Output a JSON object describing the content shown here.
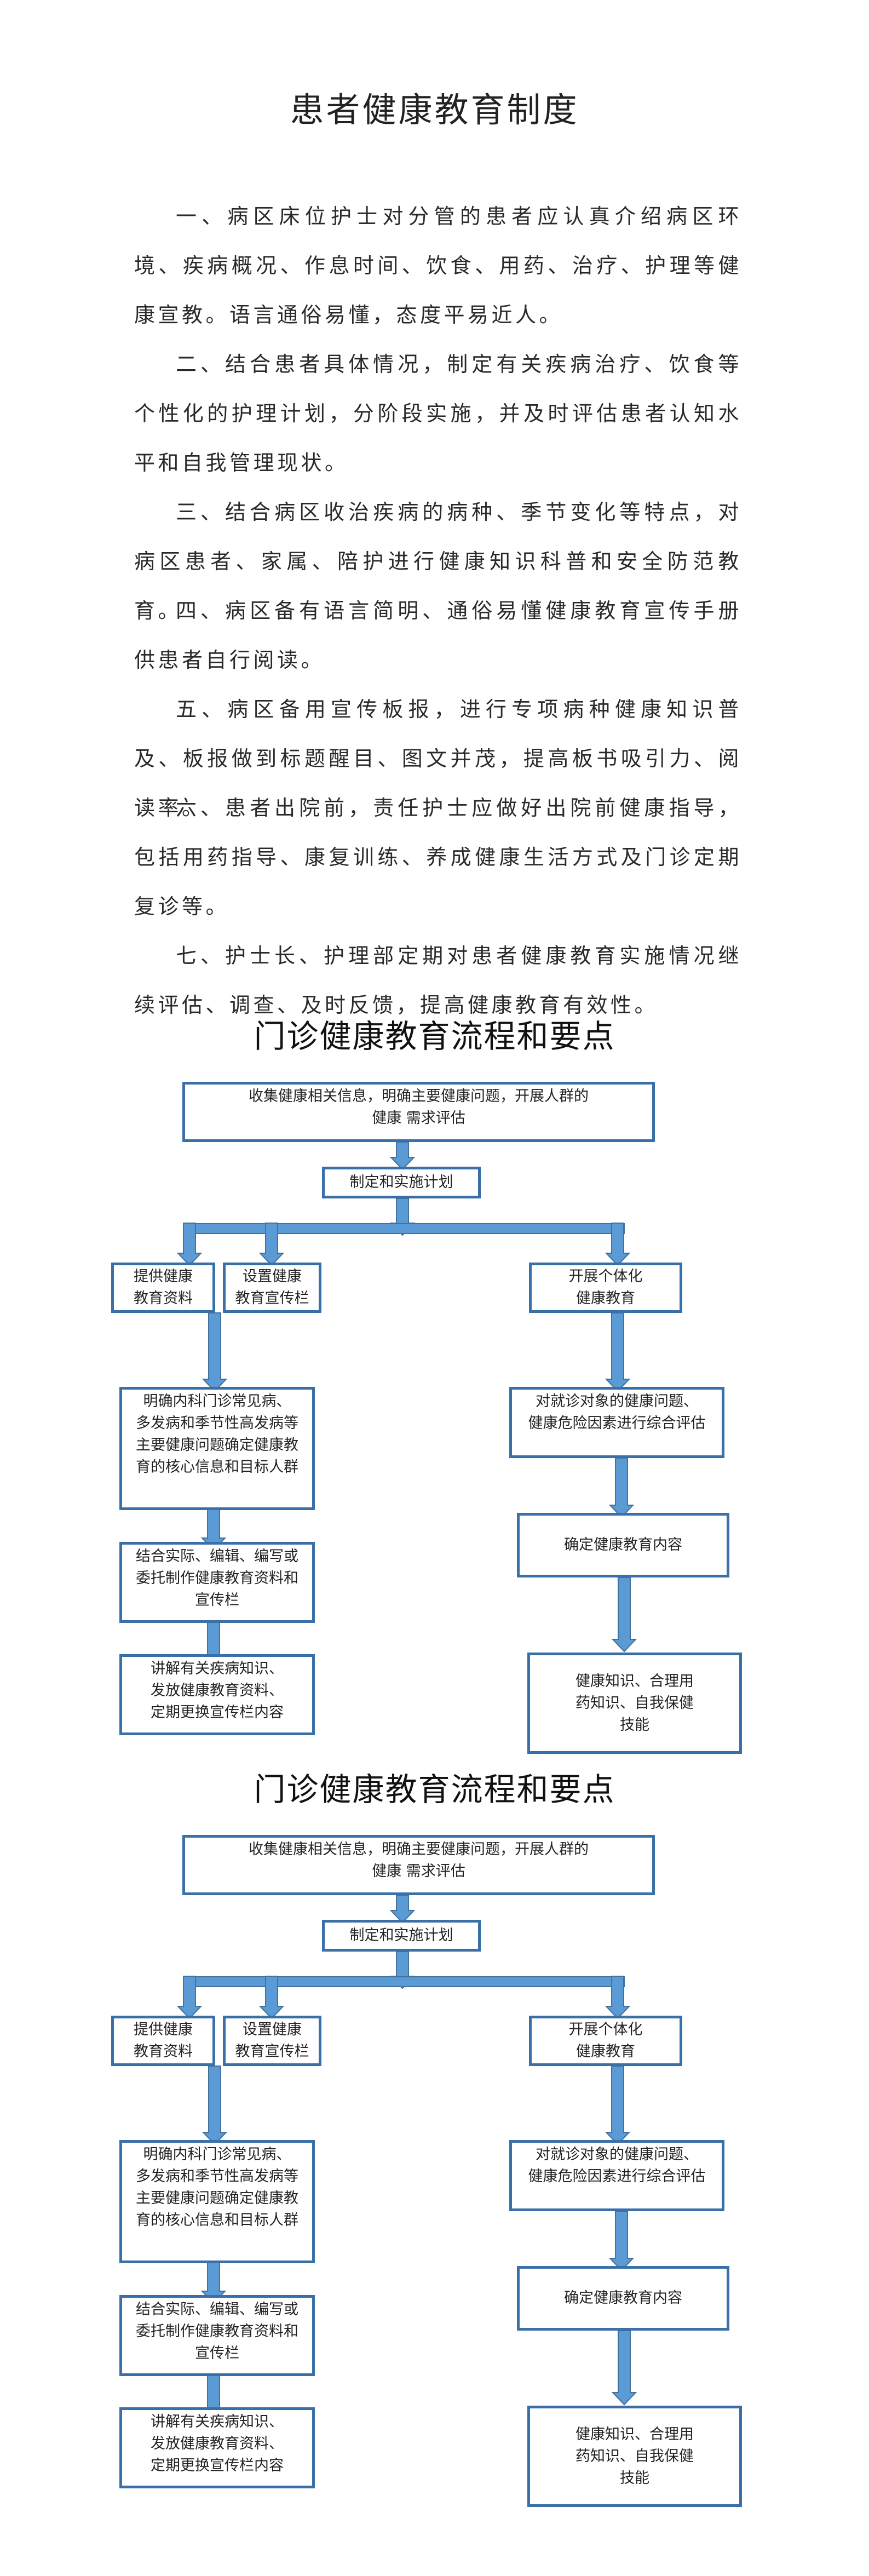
{
  "doc": {
    "title": "患者健康教育制度",
    "paragraphs": [
      "一、病区床位护士对分管的患者应认真介绍病区环境、疾病概况、作息时间、饮食、用药、治疗、护理等健康宣教。语言通俗易懂，态度平易近人。",
      "二、结合患者具体情况，制定有关疾病治疗、饮食等个性化的护理计划，分阶段实施，并及时评估患者认知水平和自我管理现状。",
      "三、结合病区收治疾病的病种、季节变化等特点，对病区患者、家属、陪护进行健康知识科普和安全防范教育。",
      "四、病区备有语言简明、通俗易懂健康教育宣传手册供患者自行阅读。",
      "五、病区备用宣传板报，进行专项病种健康知识普及、板报做到标题醒目、图文并茂，提高板书吸引力、阅读率。",
      "六、患者出院前，责任护士应做好出院前健康指导，包括用药指导、康复训练、养成健康生活方式及门诊定期复诊等。",
      "七、护士长、护理部定期对患者健康教育实施情况继续评估、调查、及时反馈，提高健康教育有效性。"
    ]
  },
  "flowcharts": [
    {
      "title": "门诊健康教育流程和要点",
      "collect": "收集健康相关信息，明确主要健康问题，开展人群的\n健康  需求评估",
      "plan": "制定和实施计划",
      "provide": "提供健康\n教育资料",
      "setup": "设置健康\n教育宣传栏",
      "individual": "开展个体化\n健康教育",
      "clarify": "明确内科门诊常见病、\n多发病和季节性高发病等\n主要健康问题确定健康教\n育的核心信息和目标人群",
      "assess": "对就诊对象的健康问题、\n健康危险因素进行综合评估",
      "compile": "结合实际、编辑、编写或\n委托制作健康教育资料和\n宣传栏",
      "content": "确定健康教育内容",
      "explain": "讲解有关疾病知识、\n发放健康教育资料、\n定期更换宣传栏内容",
      "knowledge": "健康知识、合理用\n药知识、自我保健\n技能"
    },
    {
      "title": "门诊健康教育流程和要点",
      "collect": "收集健康相关信息，明确主要健康问题，开展人群的\n健康  需求评估",
      "plan": "制定和实施计划",
      "provide": "提供健康\n教育资料",
      "setup": "设置健康\n教育宣传栏",
      "individual": "开展个体化\n健康教育",
      "clarify": "明确内科门诊常见病、\n多发病和季节性高发病等\n主要健康问题确定健康教\n育的核心信息和目标人群",
      "assess": "对就诊对象的健康问题、\n健康危险因素进行综合评估",
      "compile": "结合实际、编辑、编写或\n委托制作健康教育资料和\n宣传栏",
      "content": "确定健康教育内容",
      "explain": "讲解有关疾病知识、\n发放健康教育资料、\n定期更换宣传栏内容",
      "knowledge": "健康知识、合理用\n药知识、自我保健\n技能"
    }
  ],
  "colors": {
    "box_border": "#3a6fa8",
    "arrow": "#5b9bd5",
    "arrow_edge": "#41719c"
  }
}
